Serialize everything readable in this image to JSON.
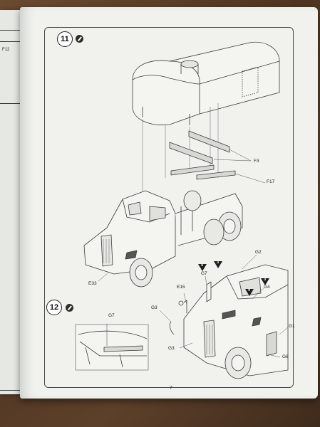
{
  "left_page": {
    "label": "F12"
  },
  "steps": [
    {
      "number": "11"
    },
    {
      "number": "12"
    }
  ],
  "parts": {
    "f3": "F3",
    "f17": "F17",
    "e33": "E33",
    "g2": "G2",
    "g4": "G4",
    "g7_top": "G7",
    "e15": "E15",
    "g3_left": "G3",
    "g7_inset": "G7",
    "g3_bottom": "G3",
    "g1": "G1",
    "g6": "G6",
    "callout_4a": "4",
    "callout_3a": "3",
    "callout_4b": "4",
    "callout_3b": "3"
  },
  "page_number": "7"
}
